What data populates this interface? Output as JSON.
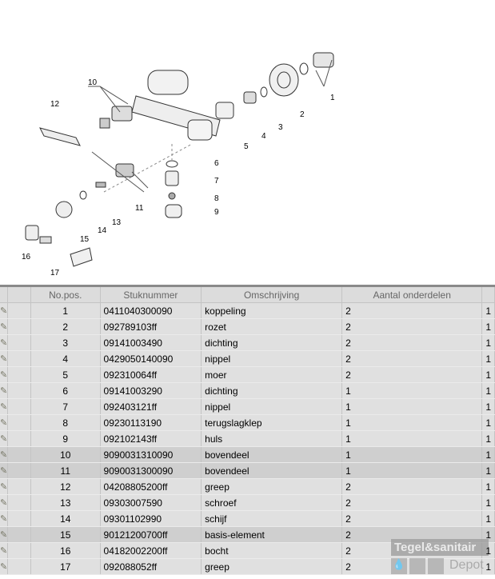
{
  "diagram": {
    "labels": [
      "1",
      "2",
      "3",
      "4",
      "5",
      "6",
      "7",
      "8",
      "9",
      "10",
      "11",
      "12",
      "13",
      "14",
      "15",
      "16",
      "17"
    ]
  },
  "table": {
    "headers": [
      "No.pos.",
      "Stuknummer",
      "Omschrijving",
      "Aantal onderdelen"
    ],
    "rows": [
      {
        "pos": "1",
        "nr": "0411040300090",
        "desc": "koppeling",
        "qty": "2",
        "extra": "1"
      },
      {
        "pos": "2",
        "nr": "092789103ff",
        "desc": "rozet",
        "qty": "2",
        "extra": "1"
      },
      {
        "pos": "3",
        "nr": "09141003490",
        "desc": "dichting",
        "qty": "2",
        "extra": "1"
      },
      {
        "pos": "4",
        "nr": "0429050140090",
        "desc": "nippel",
        "qty": "2",
        "extra": "1"
      },
      {
        "pos": "5",
        "nr": "092310064ff",
        "desc": "moer",
        "qty": "2",
        "extra": "1"
      },
      {
        "pos": "6",
        "nr": "09141003290",
        "desc": "dichting",
        "qty": "1",
        "extra": "1"
      },
      {
        "pos": "7",
        "nr": "092403121ff",
        "desc": "nippel",
        "qty": "1",
        "extra": "1"
      },
      {
        "pos": "8",
        "nr": "09230113190",
        "desc": "terugslagklep",
        "qty": "1",
        "extra": "1"
      },
      {
        "pos": "9",
        "nr": "092102143ff",
        "desc": "huls",
        "qty": "1",
        "extra": "1"
      },
      {
        "pos": "10",
        "nr": "9090031310090",
        "desc": "bovendeel",
        "qty": "1",
        "extra": "1"
      },
      {
        "pos": "11",
        "nr": "9090031300090",
        "desc": "bovendeel",
        "qty": "1",
        "extra": "1"
      },
      {
        "pos": "12",
        "nr": "04208805200ff",
        "desc": "greep",
        "qty": "2",
        "extra": "1"
      },
      {
        "pos": "13",
        "nr": "09303007590",
        "desc": "schroef",
        "qty": "2",
        "extra": "1"
      },
      {
        "pos": "14",
        "nr": "09301102990",
        "desc": "schijf",
        "qty": "2",
        "extra": "1"
      },
      {
        "pos": "15",
        "nr": "90121200700ff",
        "desc": "basis-element",
        "qty": "2",
        "extra": "1"
      },
      {
        "pos": "16",
        "nr": "04182002200ff",
        "desc": "bocht",
        "qty": "2",
        "extra": "1"
      },
      {
        "pos": "17",
        "nr": "092088052ff",
        "desc": "greep",
        "qty": "2",
        "extra": "1"
      }
    ]
  },
  "watermark": {
    "brand": "Tegel&sanitair",
    "sub": "Depot"
  }
}
